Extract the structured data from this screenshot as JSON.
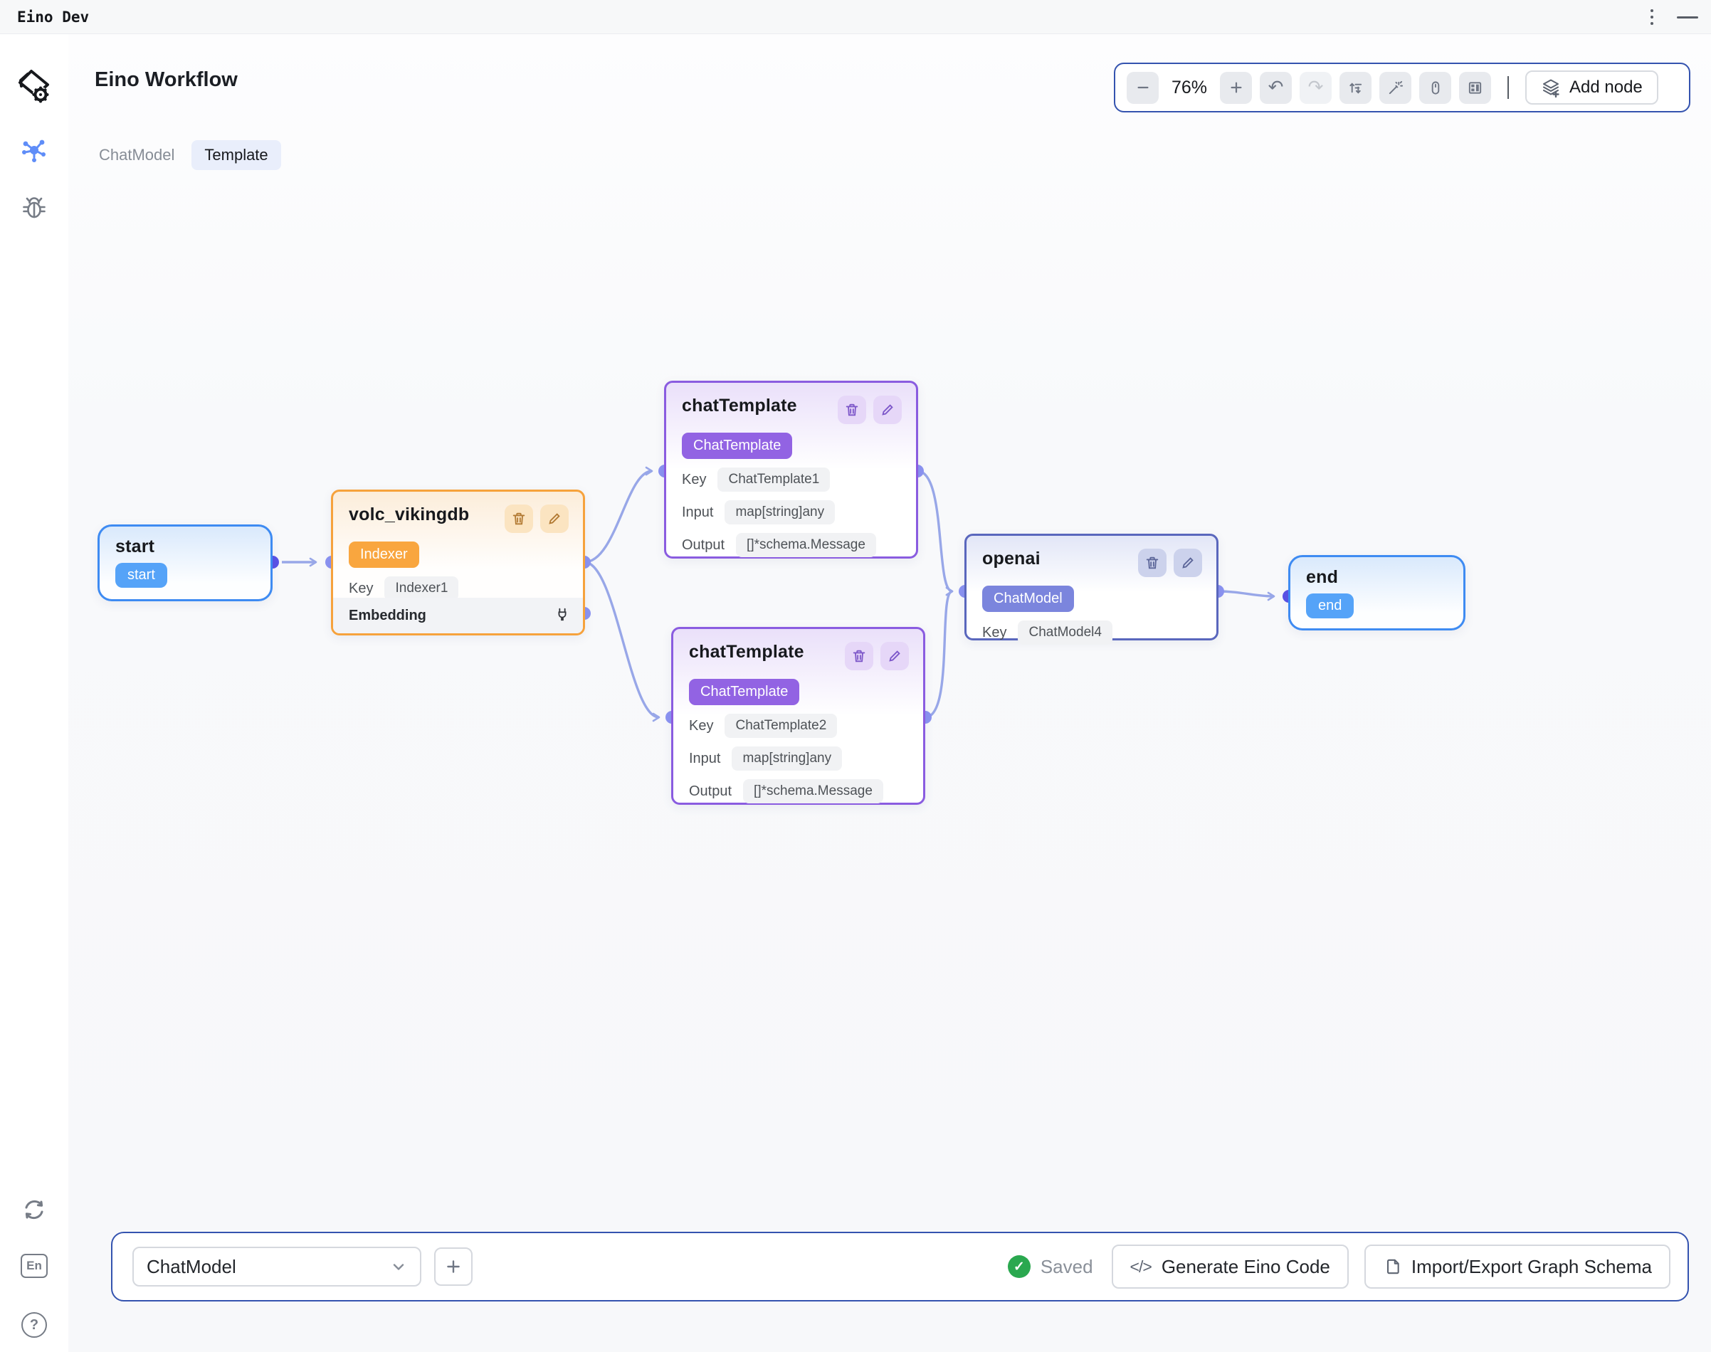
{
  "titlebar": {
    "app_name": "Eino Dev"
  },
  "header": {
    "workflow_title": "Eino Workflow"
  },
  "tabs": [
    {
      "label": "ChatModel",
      "active": false
    },
    {
      "label": "Template",
      "active": true
    }
  ],
  "toolbar": {
    "zoom_percent": "76%",
    "add_node_label": "Add node",
    "buttons": [
      "zoom-out",
      "zoom-in",
      "undo",
      "redo",
      "auto-layout",
      "magic-wand",
      "mouse-mode",
      "minimap",
      "add-node"
    ]
  },
  "icons": {
    "undo": "↶",
    "redo": "↷",
    "check": "✓",
    "code": "</>",
    "help": "?",
    "language": "En"
  },
  "sidebar": {
    "items": [
      "logo",
      "workflow",
      "debug",
      "refresh",
      "language",
      "help"
    ]
  },
  "canvas": {
    "nodes": [
      {
        "id": "start",
        "title": "start",
        "badge": "start"
      },
      {
        "id": "volc_vikingdb",
        "title": "volc_vikingdb",
        "badge": "Indexer",
        "rows": [
          {
            "label": "Key",
            "value": "Indexer1"
          }
        ],
        "section": {
          "label": "Embedding"
        }
      },
      {
        "id": "chatTemplate1",
        "title": "chatTemplate",
        "badge": "ChatTemplate",
        "rows": [
          {
            "label": "Key",
            "value": "ChatTemplate1"
          },
          {
            "label": "Input",
            "value": "map[string]any"
          },
          {
            "label": "Output",
            "value": "[]*schema.Message"
          }
        ]
      },
      {
        "id": "chatTemplate2",
        "title": "chatTemplate",
        "badge": "ChatTemplate",
        "rows": [
          {
            "label": "Key",
            "value": "ChatTemplate2"
          },
          {
            "label": "Input",
            "value": "map[string]any"
          },
          {
            "label": "Output",
            "value": "[]*schema.Message"
          }
        ]
      },
      {
        "id": "openai",
        "title": "openai",
        "badge": "ChatModel",
        "rows": [
          {
            "label": "Key",
            "value": "ChatModel4"
          }
        ]
      },
      {
        "id": "end",
        "title": "end",
        "badge": "end"
      }
    ],
    "edges": [
      {
        "from": "start",
        "to": "volc_vikingdb"
      },
      {
        "from": "volc_vikingdb",
        "to": "chatTemplate1"
      },
      {
        "from": "volc_vikingdb",
        "to": "chatTemplate2"
      },
      {
        "from": "chatTemplate1",
        "to": "openai"
      },
      {
        "from": "chatTemplate2",
        "to": "openai"
      },
      {
        "from": "openai",
        "to": "end"
      }
    ]
  },
  "bottom_bar": {
    "node_selector_value": "ChatModel",
    "add_button_label": "+",
    "save_status": "Saved",
    "generate_button_label": "Generate Eino Code",
    "import_export_button_label": "Import/Export Graph Schema"
  },
  "colors": {
    "accent_blue": "#3e8bf2",
    "node_orange": "#f6a23c",
    "node_purple": "#8a5ce0",
    "node_indigo": "#5a67bd",
    "badge_blue": "#55a3f8",
    "badge_orange": "#f9a63f",
    "badge_purple": "#9263e3",
    "badge_indigo": "#7b85dd",
    "edge": "#98a7e8",
    "port": "#8b93f1",
    "port_dark": "#5a52e6",
    "container_border": "#3453af",
    "saved_green": "#2aa84f"
  }
}
